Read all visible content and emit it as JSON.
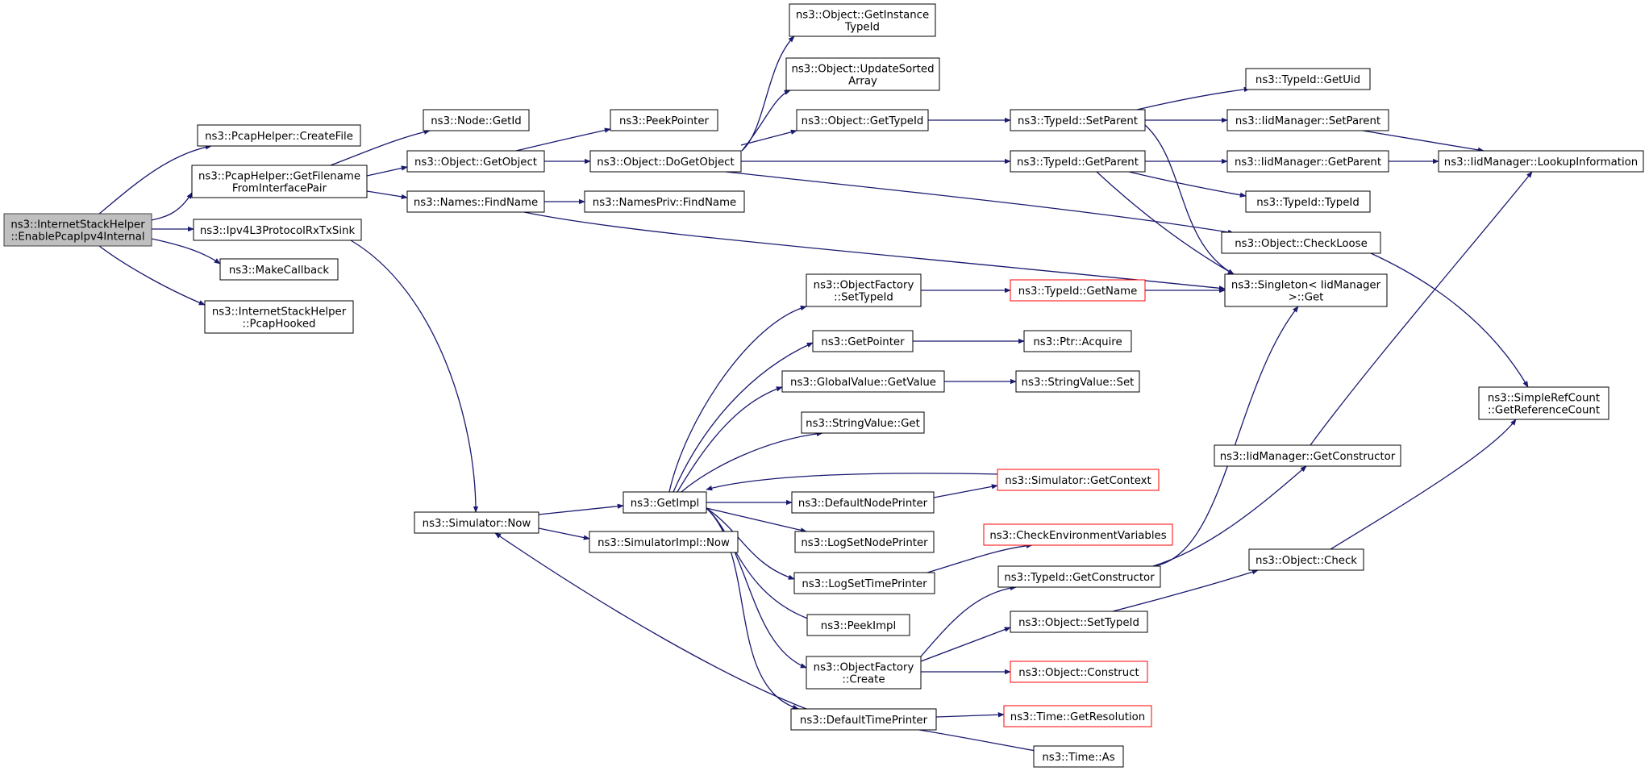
{
  "colors": {
    "edge": "#191970",
    "node_border": "#000000",
    "truncated_border": "#ff0000",
    "root_fill": "#bfbfbf"
  },
  "nodes": [
    {
      "id": "root",
      "label": [
        "ns3::InternetStackHelper",
        "::EnablePcapIpv4Internal"
      ],
      "style": "root"
    },
    {
      "id": "createfile",
      "label": [
        "ns3::PcapHelper::CreateFile"
      ]
    },
    {
      "id": "getfilename",
      "label": [
        "ns3::PcapHelper::GetFilename",
        "FromInterfacePair"
      ]
    },
    {
      "id": "rxtxsink",
      "label": [
        "ns3::Ipv4L3ProtocolRxTxSink"
      ]
    },
    {
      "id": "makecallback",
      "label": [
        "ns3::MakeCallback"
      ]
    },
    {
      "id": "pcaphooked",
      "label": [
        "ns3::InternetStackHelper",
        "::PcapHooked"
      ]
    },
    {
      "id": "nodegetid",
      "label": [
        "ns3::Node::GetId"
      ]
    },
    {
      "id": "getobject",
      "label": [
        "ns3::Object::GetObject"
      ]
    },
    {
      "id": "findname",
      "label": [
        "ns3::Names::FindName"
      ]
    },
    {
      "id": "peekpointer",
      "label": [
        "ns3::PeekPointer"
      ]
    },
    {
      "id": "dogetobject",
      "label": [
        "ns3::Object::DoGetObject"
      ]
    },
    {
      "id": "privfindname",
      "label": [
        "ns3::NamesPriv::FindName"
      ]
    },
    {
      "id": "getinstancetypeid",
      "label": [
        "ns3::Object::GetInstance",
        "TypeId"
      ]
    },
    {
      "id": "updatesorted",
      "label": [
        "ns3::Object::UpdateSorted",
        "Array"
      ]
    },
    {
      "id": "objgettypeid",
      "label": [
        "ns3::Object::GetTypeId"
      ]
    },
    {
      "id": "tidsetparent",
      "label": [
        "ns3::TypeId::SetParent"
      ]
    },
    {
      "id": "tidgetparent",
      "label": [
        "ns3::TypeId::GetParent"
      ]
    },
    {
      "id": "tidgetuid",
      "label": [
        "ns3::TypeId::GetUid"
      ]
    },
    {
      "id": "iidsetparent",
      "label": [
        "ns3::IidManager::SetParent"
      ]
    },
    {
      "id": "iidgetparent",
      "label": [
        "ns3::IidManager::GetParent"
      ]
    },
    {
      "id": "tidtypeid",
      "label": [
        "ns3::TypeId::TypeId"
      ]
    },
    {
      "id": "lookupinfo",
      "label": [
        "ns3::IidManager::LookupInformation"
      ]
    },
    {
      "id": "checkloose",
      "label": [
        "ns3::Object::CheckLoose"
      ]
    },
    {
      "id": "singletonget",
      "label": [
        "ns3::Singleton< IidManager",
        ">::Get"
      ]
    },
    {
      "id": "ofsettypeid",
      "label": [
        "ns3::ObjectFactory",
        "::SetTypeId"
      ]
    },
    {
      "id": "tidgetname",
      "label": [
        "ns3::TypeId::GetName"
      ],
      "style": "red"
    },
    {
      "id": "getpointer",
      "label": [
        "ns3::GetPointer"
      ]
    },
    {
      "id": "ptracquire",
      "label": [
        "ns3::Ptr::Acquire"
      ]
    },
    {
      "id": "gvgetvalue",
      "label": [
        "ns3::GlobalValue::GetValue"
      ]
    },
    {
      "id": "svset",
      "label": [
        "ns3::StringValue::Set"
      ]
    },
    {
      "id": "svget",
      "label": [
        "ns3::StringValue::Get"
      ]
    },
    {
      "id": "simplerefcount",
      "label": [
        "ns3::SimpleRefCount",
        "::GetReferenceCount"
      ]
    },
    {
      "id": "iidgetconstructor",
      "label": [
        "ns3::IidManager::GetConstructor"
      ]
    },
    {
      "id": "getimpl",
      "label": [
        "ns3::GetImpl"
      ]
    },
    {
      "id": "simgetcontext",
      "label": [
        "ns3::Simulator::GetContext"
      ],
      "style": "red"
    },
    {
      "id": "simnow",
      "label": [
        "ns3::Simulator::Now"
      ]
    },
    {
      "id": "defaultnodeprinter",
      "label": [
        "ns3::DefaultNodePrinter"
      ]
    },
    {
      "id": "simimplnow",
      "label": [
        "ns3::SimulatorImpl::Now"
      ]
    },
    {
      "id": "logsetnodeprinter",
      "label": [
        "ns3::LogSetNodePrinter"
      ]
    },
    {
      "id": "checkenv",
      "label": [
        "ns3::CheckEnvironmentVariables"
      ],
      "style": "red"
    },
    {
      "id": "objcheck",
      "label": [
        "ns3::Object::Check"
      ]
    },
    {
      "id": "logsettimeprinter",
      "label": [
        "ns3::LogSetTimePrinter"
      ]
    },
    {
      "id": "tidgetconstructor",
      "label": [
        "ns3::TypeId::GetConstructor"
      ]
    },
    {
      "id": "objsettypeid",
      "label": [
        "ns3::Object::SetTypeId"
      ]
    },
    {
      "id": "peekimpl",
      "label": [
        "ns3::PeekImpl"
      ]
    },
    {
      "id": "ofcreate",
      "label": [
        "ns3::ObjectFactory",
        "::Create"
      ]
    },
    {
      "id": "objconstruct",
      "label": [
        "ns3::Object::Construct"
      ],
      "style": "red"
    },
    {
      "id": "defaulttimeprinter",
      "label": [
        "ns3::DefaultTimePrinter"
      ]
    },
    {
      "id": "timegetresolution",
      "label": [
        "ns3::Time::GetResolution"
      ],
      "style": "red"
    },
    {
      "id": "timeas",
      "label": [
        "ns3::Time::As"
      ]
    }
  ]
}
